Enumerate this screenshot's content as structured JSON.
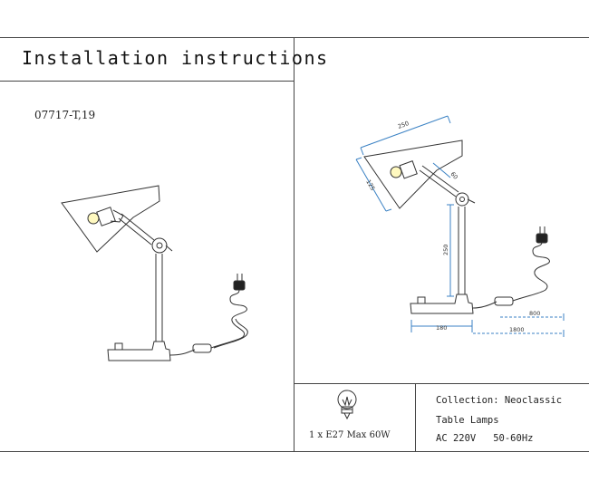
{
  "header": {
    "title": "Installation instructions"
  },
  "product": {
    "model": "07717-T,19"
  },
  "dimensions": {
    "shade_length": "250",
    "shade_height": "125",
    "arm_short": "60",
    "arm_height": "250",
    "base_width": "180",
    "cable_to_switch": "800",
    "cable_total": "1800"
  },
  "bulb": {
    "spec": "1 x E27 Max 60W"
  },
  "info": {
    "collection": "Collection: Neoclassic",
    "category": "Table Lamps",
    "power": "AC 220V   50-60Hz"
  }
}
